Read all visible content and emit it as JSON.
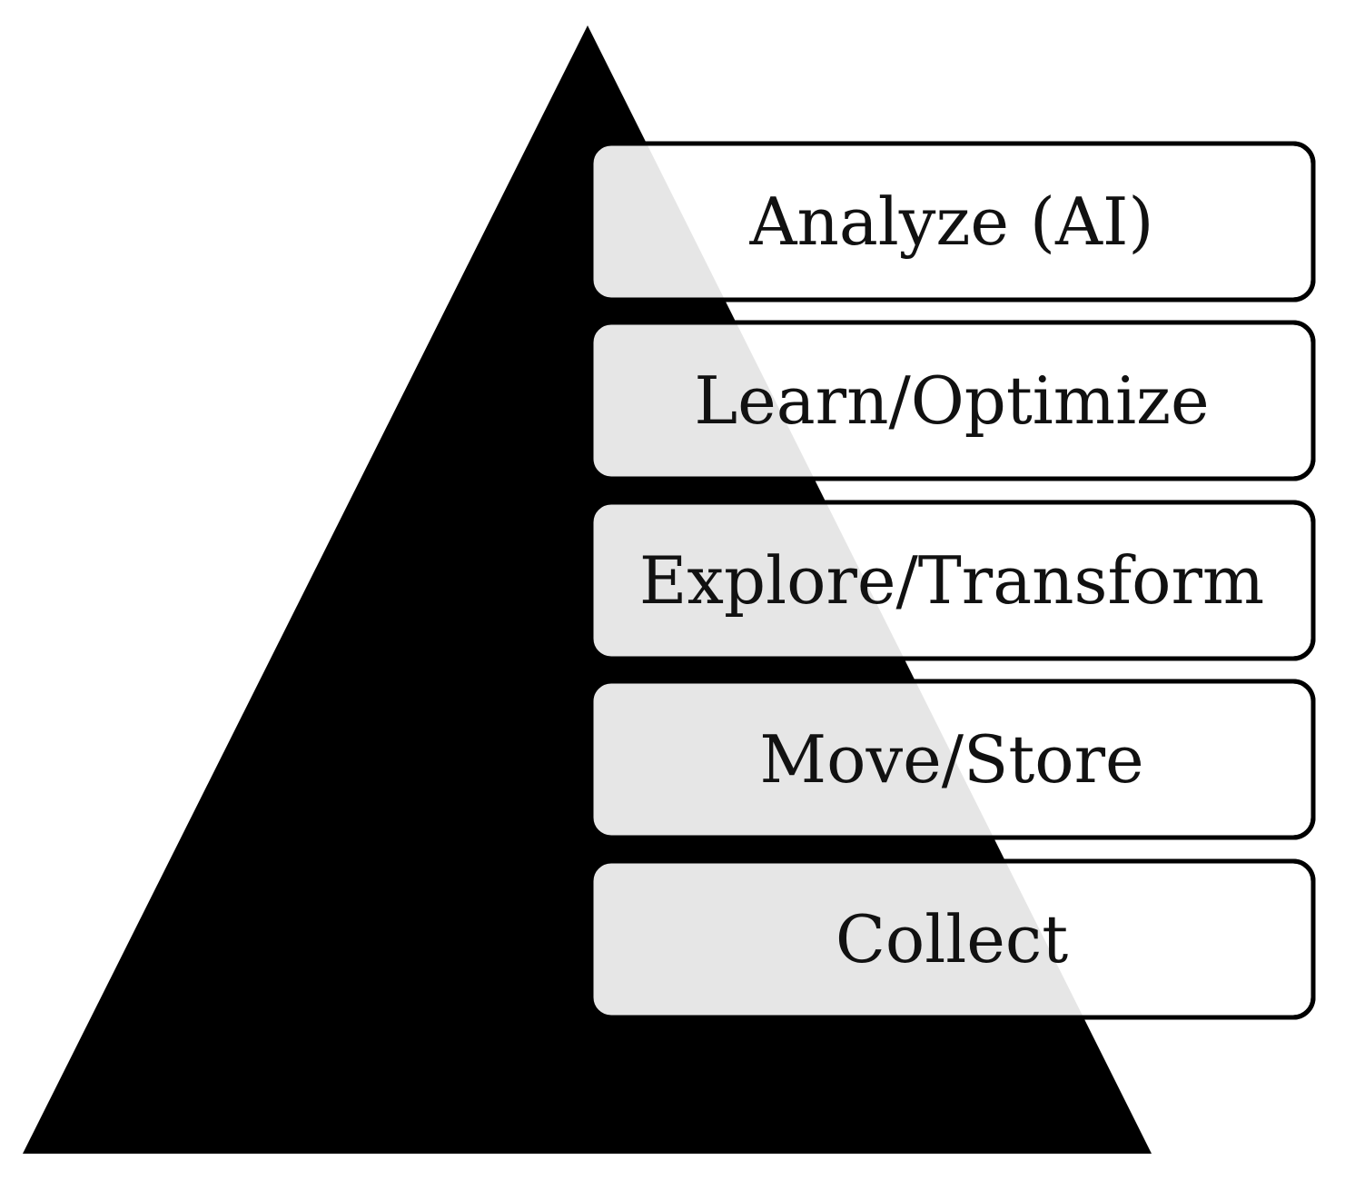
{
  "pyramid": {
    "fill_color": "#000000",
    "layers": [
      {
        "label": "Analyze (AI)"
      },
      {
        "label": "Learn/Optimize"
      },
      {
        "label": "Explore/Transform"
      },
      {
        "label": "Move/Store"
      },
      {
        "label": "Collect"
      }
    ]
  },
  "colors": {
    "box_fill_gray": "#e6e6e6",
    "box_fill_white": "#ffffff",
    "box_stroke": "#000000",
    "text": "#111111"
  }
}
